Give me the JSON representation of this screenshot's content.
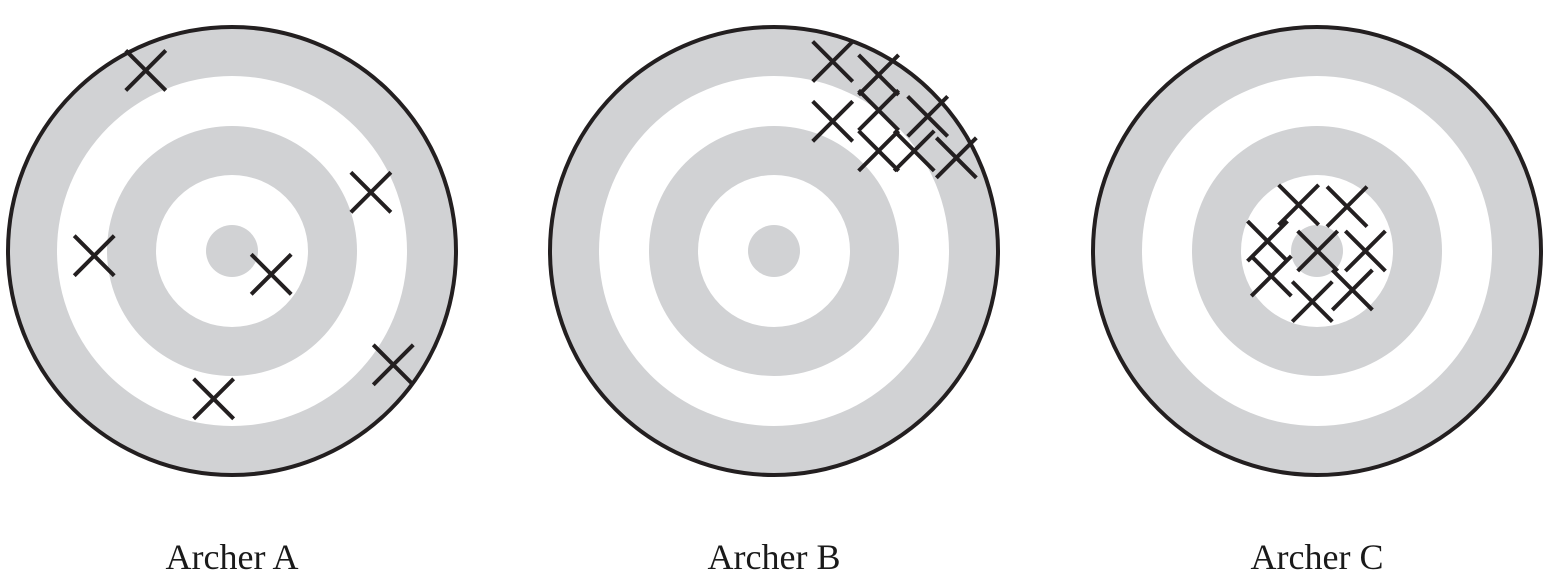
{
  "colors": {
    "ring_fill": "#d1d2d4",
    "background": "#ffffff",
    "outline": "#231f20",
    "mark": "#231f20",
    "label": "#1a1a1a"
  },
  "targets": [
    {
      "label": "Archer A",
      "hits": [
        [
          -0.385,
          -0.806
        ],
        [
          0.62,
          -0.262
        ],
        [
          -0.615,
          0.021
        ],
        [
          0.175,
          0.104
        ],
        [
          0.72,
          0.508
        ],
        [
          -0.082,
          0.66
        ]
      ]
    },
    {
      "label": "Archer B",
      "hits": [
        [
          0.262,
          -0.846
        ],
        [
          0.467,
          -0.786
        ],
        [
          0.467,
          -0.628
        ],
        [
          0.686,
          -0.601
        ],
        [
          0.262,
          -0.579
        ],
        [
          0.467,
          -0.447
        ],
        [
          0.626,
          -0.447
        ],
        [
          0.814,
          -0.416
        ]
      ]
    },
    {
      "label": "Archer C",
      "hits": [
        [
          -0.082,
          -0.206
        ],
        [
          0.134,
          -0.198
        ],
        [
          -0.221,
          -0.044
        ],
        [
          0.003,
          0.0
        ],
        [
          0.216,
          0.0
        ],
        [
          -0.204,
          0.112
        ],
        [
          0.158,
          0.174
        ],
        [
          -0.021,
          0.226
        ]
      ]
    }
  ]
}
